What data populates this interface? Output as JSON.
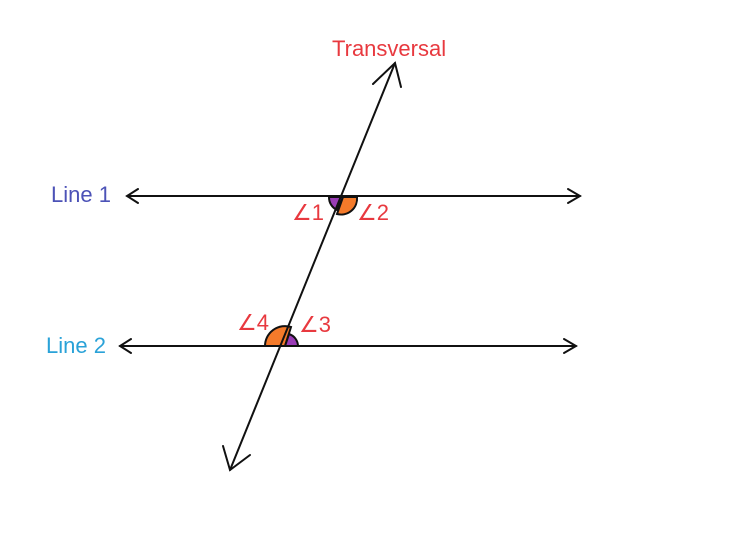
{
  "labels": {
    "transversal": "Transversal",
    "line1": "Line 1",
    "line2": "Line 2"
  },
  "angles": {
    "a1": "∠1",
    "a2": "∠2",
    "a3": "∠3",
    "a4": "∠4"
  },
  "colors": {
    "stroke": "#111111",
    "transversal_label": "#e8393f",
    "line1_label": "#4c52b7",
    "line2_label": "#2aa2d8",
    "angle_label": "#e8393f",
    "orange_angle": "#f47a2a",
    "purple_angle": "#9a3cb6"
  }
}
